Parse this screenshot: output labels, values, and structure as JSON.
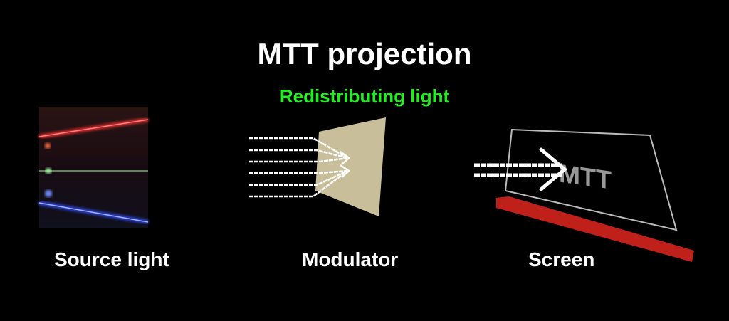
{
  "title": "MTT projection",
  "subtitle": "Redistributing light",
  "labels": {
    "source": "Source light",
    "modulator": "Modulator",
    "screen": "Screen"
  },
  "screen_text": "MTT",
  "colors": {
    "subtitle": "#22ee22",
    "modulator": "#c8bf9a",
    "screen_base": "#c0201a"
  }
}
